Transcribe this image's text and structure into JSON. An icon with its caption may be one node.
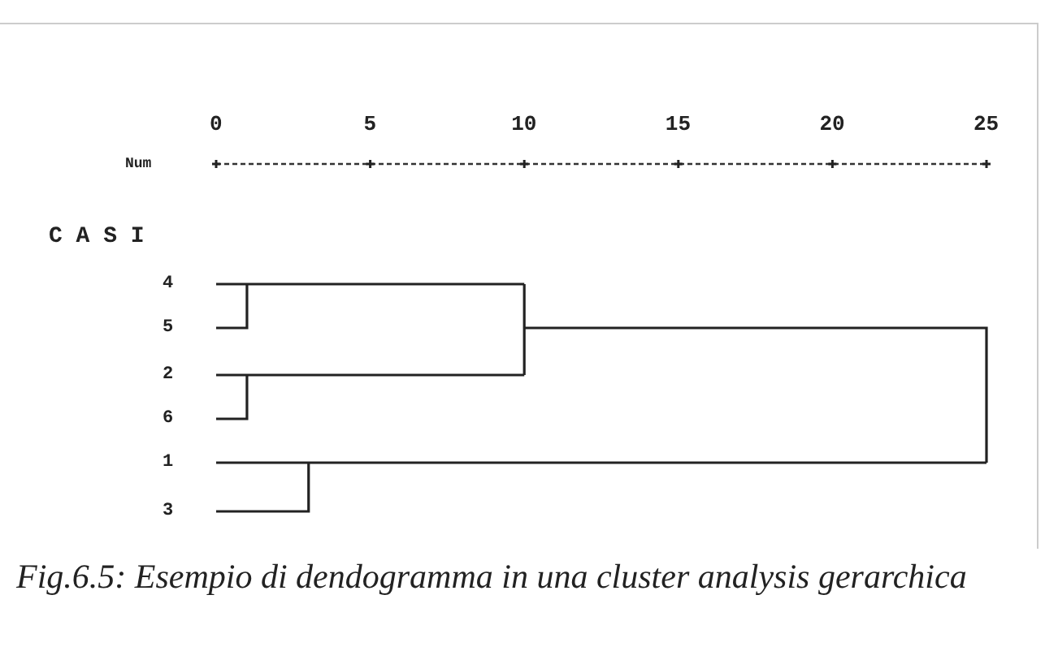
{
  "diagram": {
    "caption": "Fig.6.5: Esempio di dendogramma in una cluster analysis gerarchica",
    "labels": [
      "0",
      "5",
      "10",
      "15",
      "20",
      "25",
      "Num",
      "C A S I",
      "4",
      "5",
      "2",
      "6",
      "1",
      "3"
    ]
  }
}
